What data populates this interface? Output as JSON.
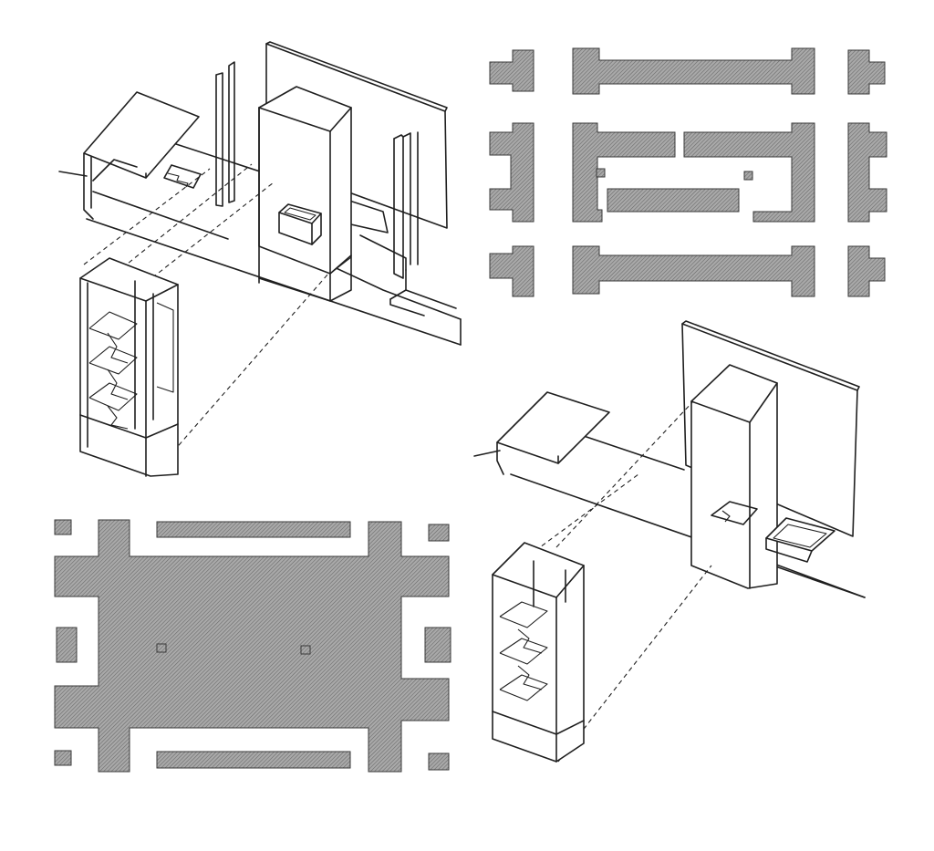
{
  "figure": {
    "panels": [
      {
        "id": "axonometric-a",
        "kind": "axonometric"
      },
      {
        "id": "plan-a",
        "kind": "plan"
      },
      {
        "id": "plan-b",
        "kind": "plan"
      },
      {
        "id": "axonometric-b",
        "kind": "axonometric"
      }
    ],
    "colors": {
      "ink": "#1f1f1f",
      "plan_fill": "#8a8a8a",
      "paper": "#ffffff"
    }
  }
}
